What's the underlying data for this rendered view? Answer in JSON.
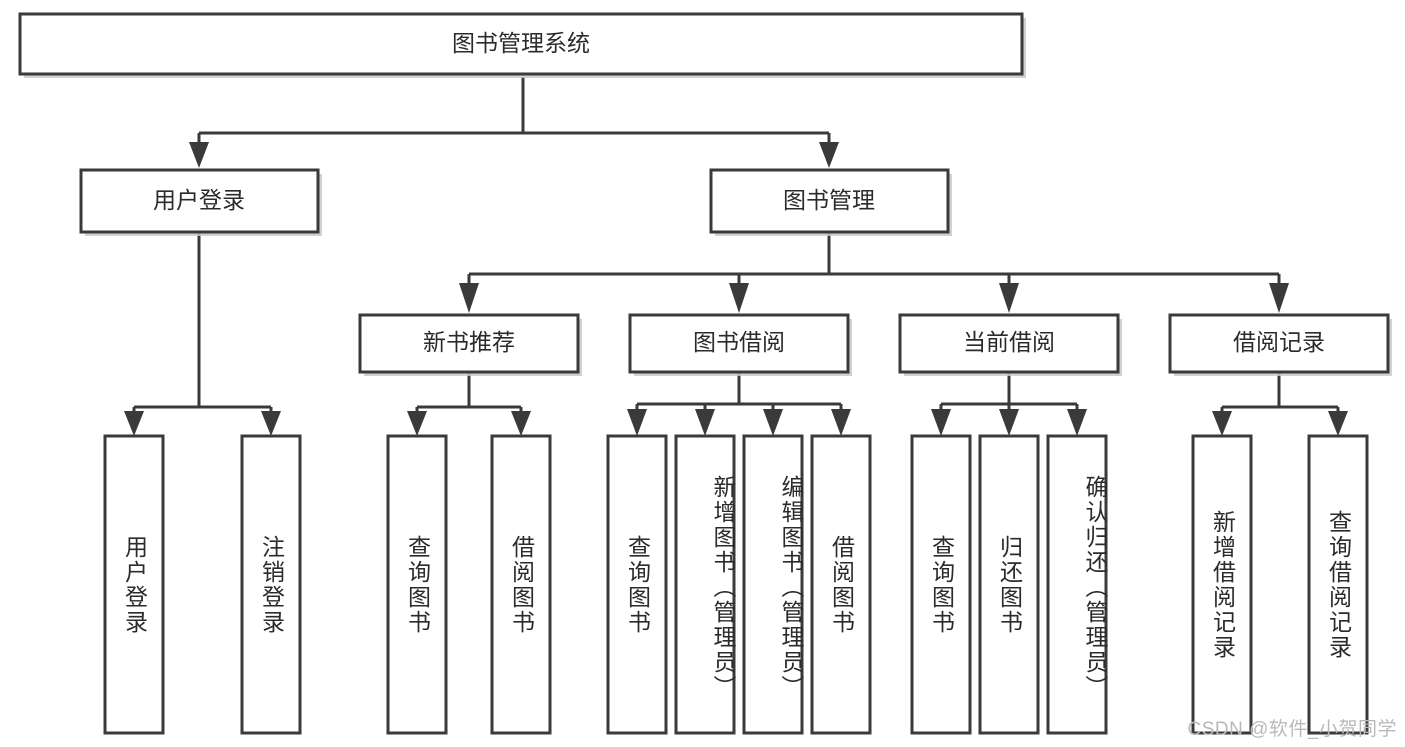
{
  "diagram": {
    "title": "图书管理系统",
    "type": "tree-hierarchy-chart",
    "root": {
      "label": "图书管理系统"
    },
    "level2": [
      {
        "label": "用户登录"
      },
      {
        "label": "图书管理"
      }
    ],
    "level3": [
      {
        "label": "新书推荐"
      },
      {
        "label": "图书借阅"
      },
      {
        "label": "当前借阅"
      },
      {
        "label": "借阅记录"
      }
    ],
    "leaves": {
      "user_login": [
        {
          "label": "用户登录"
        },
        {
          "label": "注销登录"
        }
      ],
      "new_book_recommend": [
        {
          "label": "查询图书"
        },
        {
          "label": "借阅图书"
        }
      ],
      "book_borrow": [
        {
          "label": "查询图书"
        },
        {
          "label": "新增图书（管理员）"
        },
        {
          "label": "编辑图书（管理员）"
        },
        {
          "label": "借阅图书"
        }
      ],
      "current_borrow": [
        {
          "label": "查询图书"
        },
        {
          "label": "归还图书"
        },
        {
          "label": "确认归还（管理员）"
        }
      ],
      "borrow_record": [
        {
          "label": "新增借阅记录"
        },
        {
          "label": "查询借阅记录"
        }
      ]
    }
  },
  "watermark": {
    "text": "CSDN @软件_小贺同学"
  },
  "colors": {
    "stroke": "#3a3a3a",
    "fill": "#ffffff",
    "text": "#2b2b2b",
    "watermark": "#b9b9b9",
    "shadow": "#c9c9c9"
  }
}
